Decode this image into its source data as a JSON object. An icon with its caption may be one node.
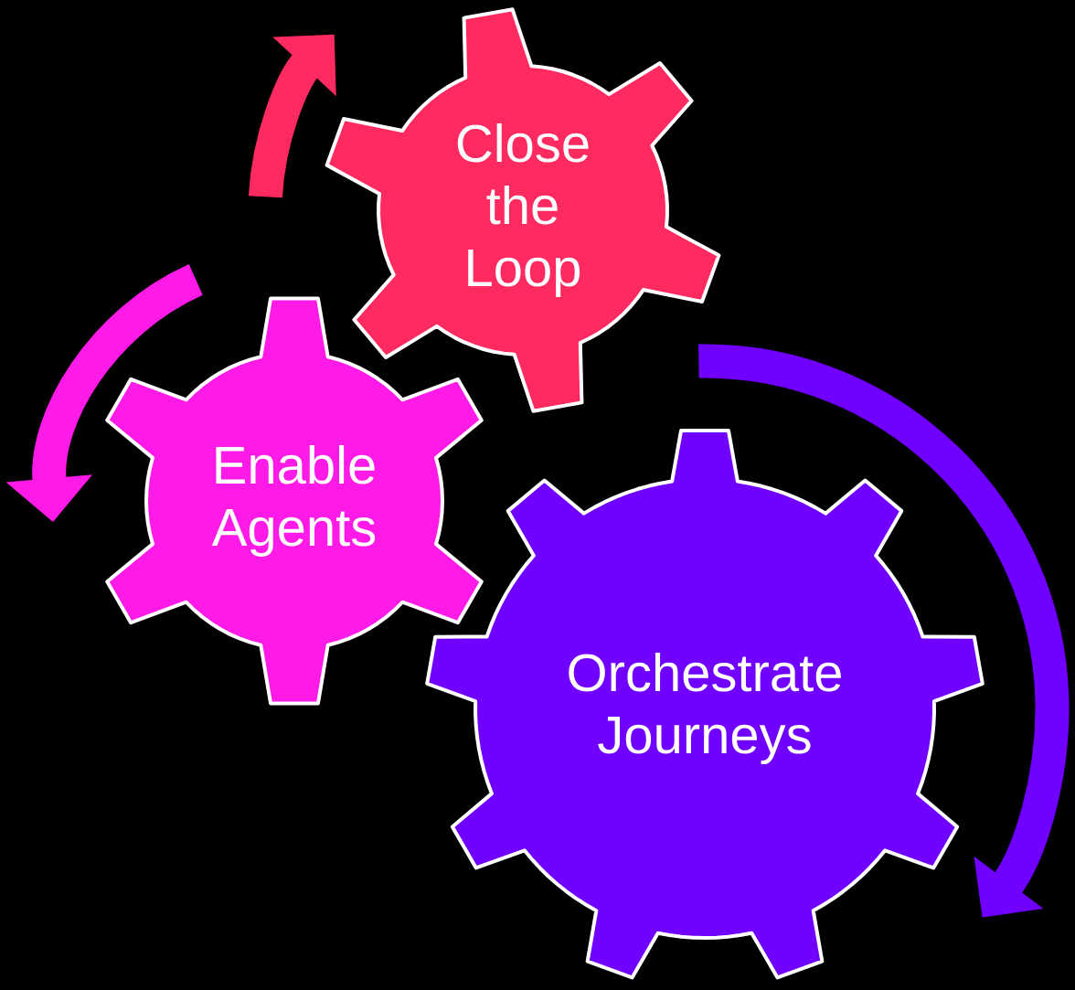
{
  "diagram": {
    "nodes": [
      {
        "text": [
          "Close the Loop"
        ]
      },
      {
        "text": [
          "Enable Agents"
        ]
      },
      {
        "text": [
          "Orchestrate Journeys"
        ]
      }
    ]
  }
}
